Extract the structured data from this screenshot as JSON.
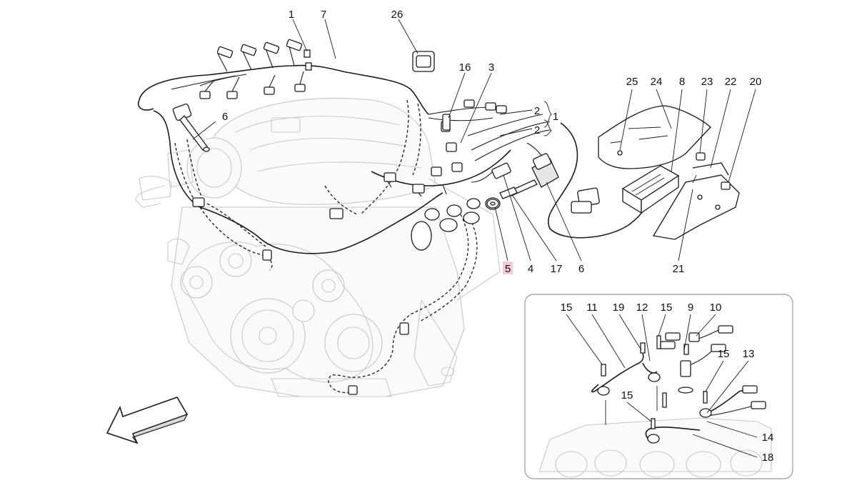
{
  "main_callouts": [
    "1",
    "7",
    "26",
    "16",
    "3",
    "2",
    "2",
    "1",
    "6",
    "25",
    "24",
    "8",
    "23",
    "22",
    "20",
    "5",
    "4",
    "17",
    "6",
    "21"
  ],
  "inset_callouts": [
    "15",
    "11",
    "19",
    "12",
    "15",
    "9",
    "10",
    "15",
    "13",
    "15",
    "14",
    "18"
  ],
  "highlighted_callout": "5",
  "colors": {
    "line": "#1a1a1a",
    "ghost_engine": "#c9c9c9",
    "highlight": "#f6c8dc",
    "inset_border": "#999999"
  },
  "icons": {
    "direction_arrow": "front-direction-arrow-icon"
  }
}
